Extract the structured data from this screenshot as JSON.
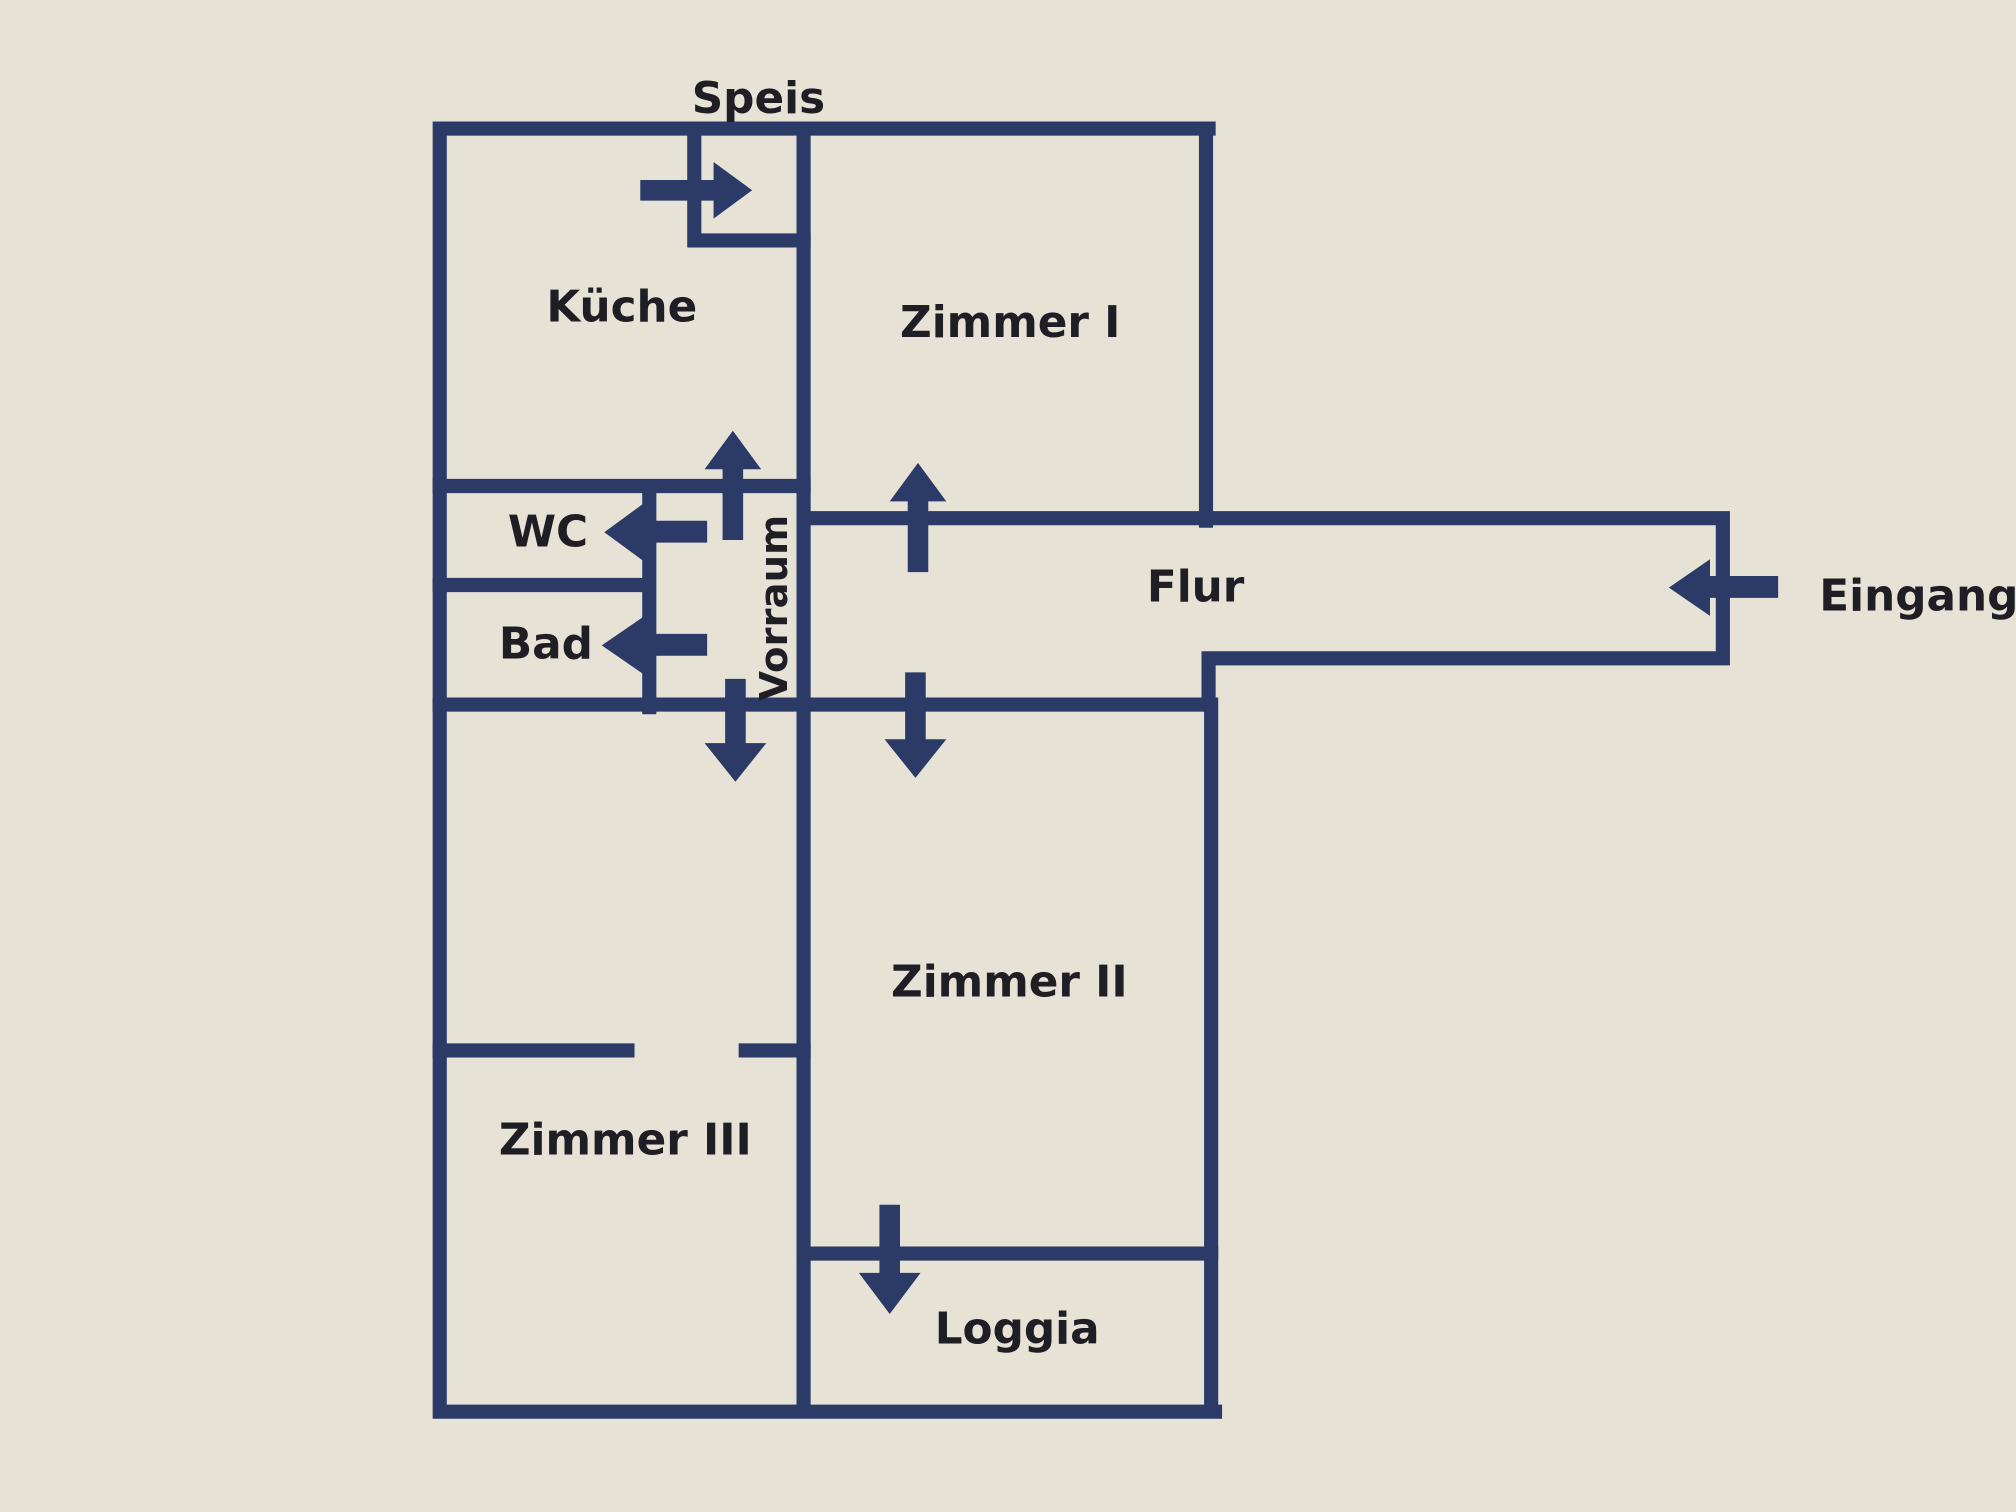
{
  "plan": {
    "rooms": {
      "speis": "Speis",
      "kueche": "Küche",
      "zimmer1": "Zimmer I",
      "wc": "WC",
      "bad": "Bad",
      "vorraum": "Vorraum",
      "flur": "Flur",
      "eingang": "Eingang",
      "zimmer2": "Zimmer II",
      "zimmer3": "Zimmer III",
      "loggia": "Loggia"
    },
    "colors": {
      "wall": "#2b3a66",
      "paper": "#e6e2d6"
    }
  }
}
